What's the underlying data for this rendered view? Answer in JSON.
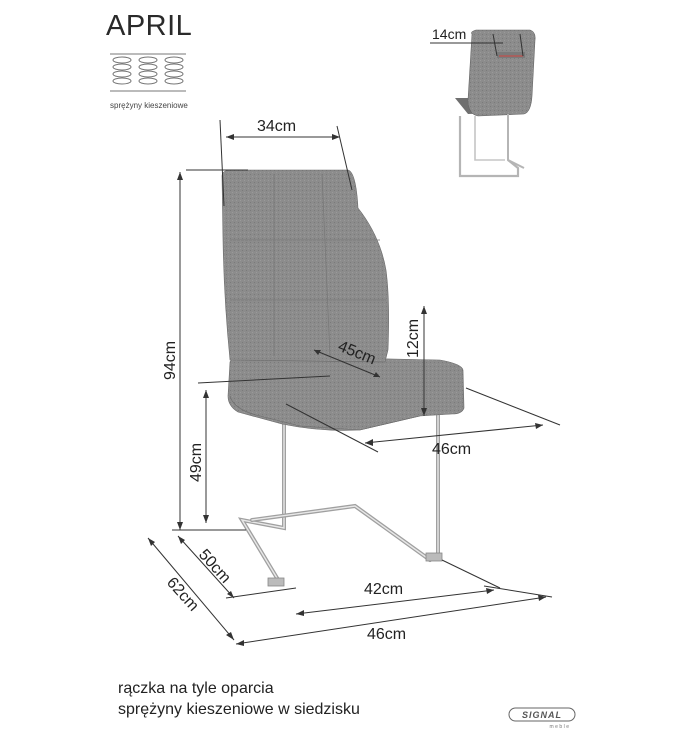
{
  "product": {
    "name": "APRIL",
    "spring_caption": "sprężyny kieszeniowe"
  },
  "dimensions": {
    "handle_width": "14cm",
    "backrest_width": "34cm",
    "total_height": "94cm",
    "seat_cushion_height": "12cm",
    "seat_depth": "45cm",
    "seat_width": "46cm",
    "seat_height": "49cm",
    "leg_depth": "50cm",
    "total_depth": "62cm",
    "base_width": "42cm",
    "total_width": "46cm"
  },
  "notes": [
    "rączka na tyle oparcia",
    "sprężyny kieszeniowe w siedzisku"
  ],
  "brand": {
    "name": "SIGNAL",
    "tagline": "meble"
  },
  "colors": {
    "fabric": "#8c8c8c",
    "fabric_shade": "#7b7b7b",
    "frame": "#a8a8a8",
    "line": "#333333",
    "handle_accent": "#c0504d"
  }
}
